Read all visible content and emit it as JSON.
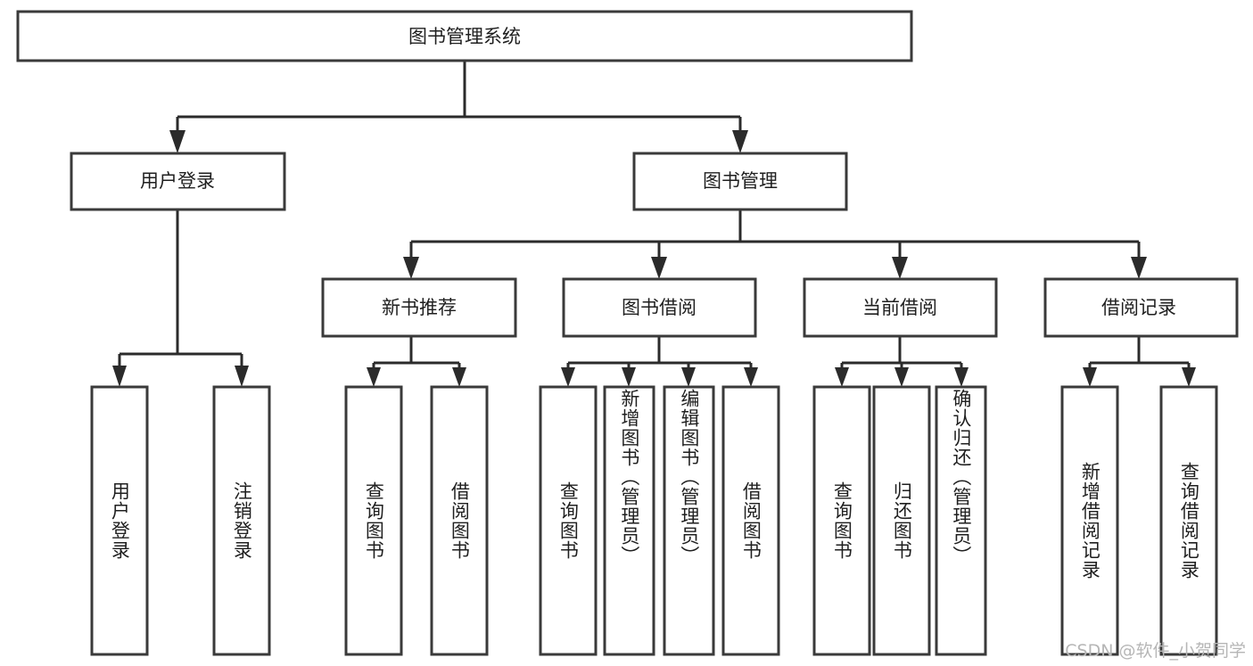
{
  "diagram": {
    "title": "图书管理系统",
    "watermark": "CSDN @软件_小贺同学",
    "type": "tree-hierarchy-diagram",
    "colors": {
      "box_stroke": "#3a3a3a",
      "connector": "#2b2b2b",
      "background": "#ffffff",
      "text": "#1f1f1f",
      "watermark": "#b6b6b6"
    },
    "root": {
      "label": "图书管理系统",
      "orientation": "horizontal"
    },
    "level2": [
      {
        "label": "用户登录",
        "orientation": "horizontal"
      },
      {
        "label": "图书管理",
        "orientation": "horizontal"
      }
    ],
    "level3": [
      {
        "label": "新书推荐",
        "orientation": "horizontal"
      },
      {
        "label": "图书借阅",
        "orientation": "horizontal"
      },
      {
        "label": "当前借阅",
        "orientation": "horizontal"
      },
      {
        "label": "借阅记录",
        "orientation": "horizontal"
      }
    ],
    "leaves": {
      "user_login": [
        {
          "label": "用户登录",
          "orientation": "vertical"
        },
        {
          "label": "注销登录",
          "orientation": "vertical"
        }
      ],
      "new_book_recommend": [
        {
          "label": "查询图书",
          "orientation": "vertical"
        },
        {
          "label": "借阅图书",
          "orientation": "vertical"
        }
      ],
      "book_borrow": [
        {
          "label": "查询图书",
          "orientation": "vertical"
        },
        {
          "label": "新增图书（管理员）",
          "orientation": "vertical"
        },
        {
          "label": "编辑图书（管理员）",
          "orientation": "vertical"
        },
        {
          "label": "借阅图书",
          "orientation": "vertical"
        }
      ],
      "current_borrow": [
        {
          "label": "查询图书",
          "orientation": "vertical"
        },
        {
          "label": "归还图书",
          "orientation": "vertical"
        },
        {
          "label": "确认归还（管理员）",
          "orientation": "vertical"
        }
      ],
      "borrow_record": [
        {
          "label": "新增借阅记录",
          "orientation": "vertical"
        },
        {
          "label": "查询借阅记录",
          "orientation": "vertical"
        }
      ]
    }
  }
}
